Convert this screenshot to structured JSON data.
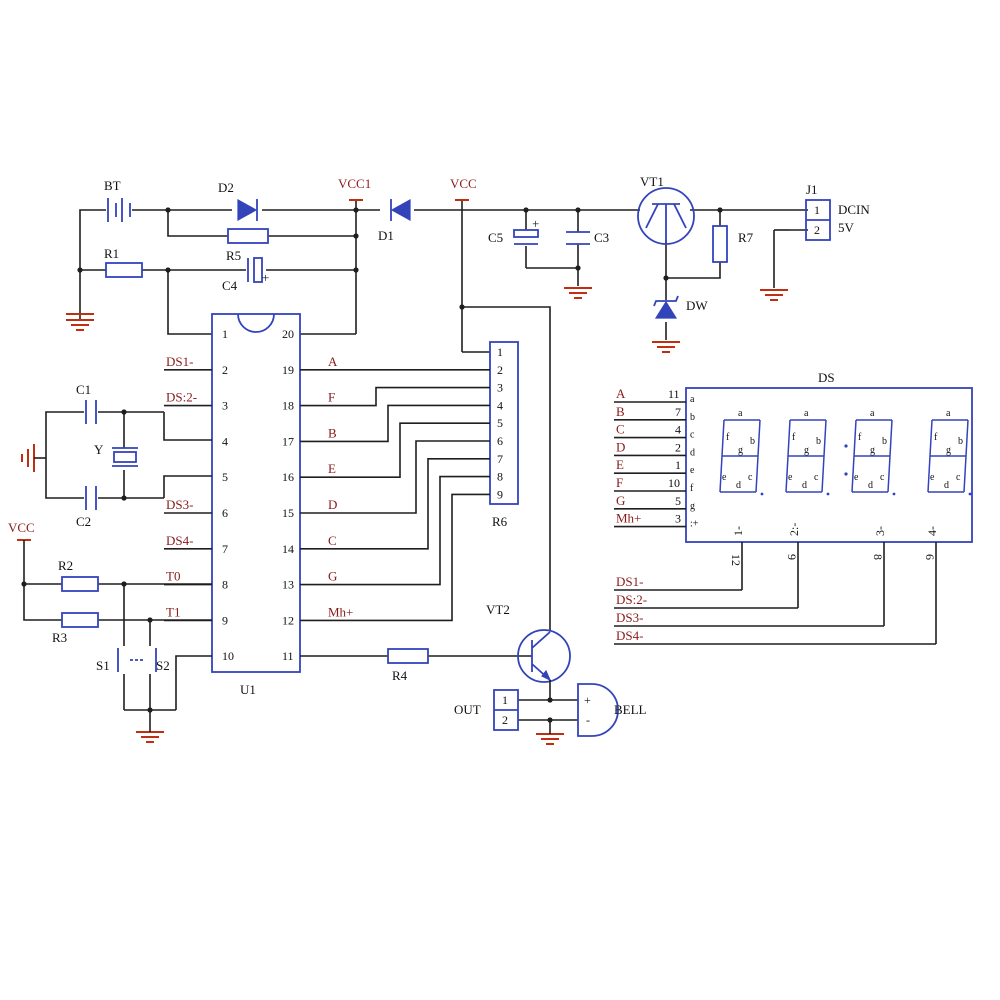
{
  "components": {
    "bt": "BT",
    "d2": "D2",
    "vcc1": "VCC1",
    "d1": "D1",
    "vcc_top": "VCC",
    "vt1": "VT1",
    "j1": "J1",
    "dcin": "DCIN",
    "v5": "5V",
    "r5": "R5",
    "r1": "R1",
    "c4": "C4",
    "c5": "C5",
    "c3": "C3",
    "r7": "R7",
    "dw": "DW",
    "c1": "C1",
    "c2": "C2",
    "y": "Y",
    "vcc_left": "VCC",
    "r2": "R2",
    "r3": "R3",
    "s1": "S1",
    "s2": "S2",
    "u1": "U1",
    "r4": "R4",
    "r6": "R6",
    "vt2": "VT2",
    "out": "OUT",
    "bell": "BELL",
    "ds": "DS"
  },
  "u1_left_pins": [
    "1",
    "2",
    "3",
    "4",
    "5",
    "6",
    "7",
    "8",
    "9",
    "10"
  ],
  "u1_right_pins": [
    "20",
    "19",
    "18",
    "17",
    "16",
    "15",
    "14",
    "13",
    "12",
    "11"
  ],
  "u1_left_nets": [
    "",
    "DS1-",
    "DS:2-",
    "",
    "",
    "DS3-",
    "DS4-",
    "T0",
    "T1",
    ""
  ],
  "u1_right_nets": [
    "",
    "A",
    "F",
    "B",
    "E",
    "D",
    "C",
    "G",
    "Mh+",
    ""
  ],
  "r6_pins": [
    "1",
    "2",
    "3",
    "4",
    "5",
    "6",
    "7",
    "8",
    "9"
  ],
  "j1_pins": [
    "1",
    "2"
  ],
  "out_pins": [
    "1",
    "2"
  ],
  "bell_pins": [
    "+",
    "-"
  ],
  "ds_nets": [
    "A",
    "B",
    "C",
    "D",
    "E",
    "F",
    "G",
    "Mh+"
  ],
  "ds_pin_numbers": [
    "11",
    "7",
    "4",
    "2",
    "1",
    "10",
    "5",
    "3"
  ],
  "ds_seg_letters": [
    "a",
    "b",
    "c",
    "d",
    "e",
    "f",
    "g",
    ":+"
  ],
  "digit_segments": [
    "a",
    "f",
    "b",
    "g",
    "e",
    "c",
    "d"
  ],
  "digit_labels": [
    "1-",
    "2:-",
    "3-",
    "4-"
  ],
  "digit_pins": [
    "12",
    "9",
    "8",
    "6"
  ],
  "digit_nets": [
    "DS1-",
    "DS:2-",
    "DS3-",
    "DS4-"
  ]
}
